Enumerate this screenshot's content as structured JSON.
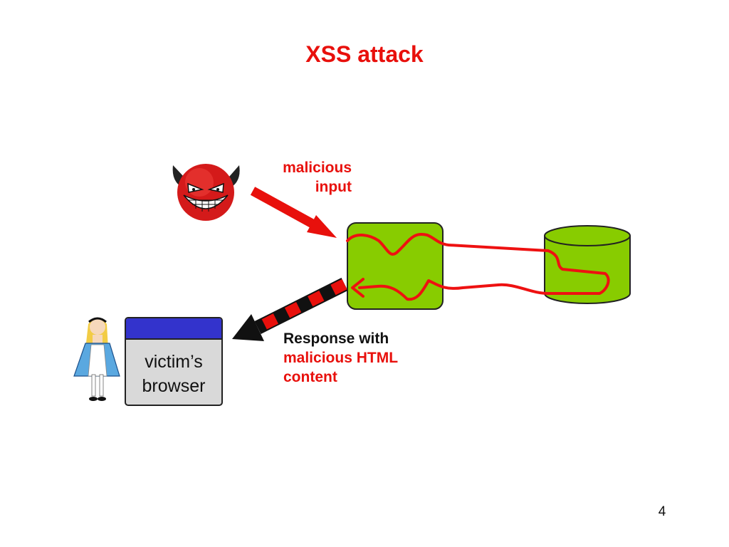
{
  "slide": {
    "title": "XSS attack",
    "page_number": "4"
  },
  "attacker": {
    "icon": "devil-face-icon",
    "arrow_label_line1": "malicious",
    "arrow_label_line2": "input"
  },
  "server": {
    "icon": "web-server-box",
    "color": "#88cc00"
  },
  "database": {
    "icon": "database-cylinder-icon",
    "color": "#88cc00"
  },
  "response": {
    "line1": "Response with",
    "line2": "malicious HTML",
    "line3": "content"
  },
  "victim": {
    "icon": "alice-character-icon",
    "browser_line1": "victim’s",
    "browser_line2": "browser",
    "browser_bar_color": "#3333cc"
  },
  "colors": {
    "accent": "#e8100c",
    "green": "#88cc00",
    "browser_gray": "#d9d9d9"
  }
}
